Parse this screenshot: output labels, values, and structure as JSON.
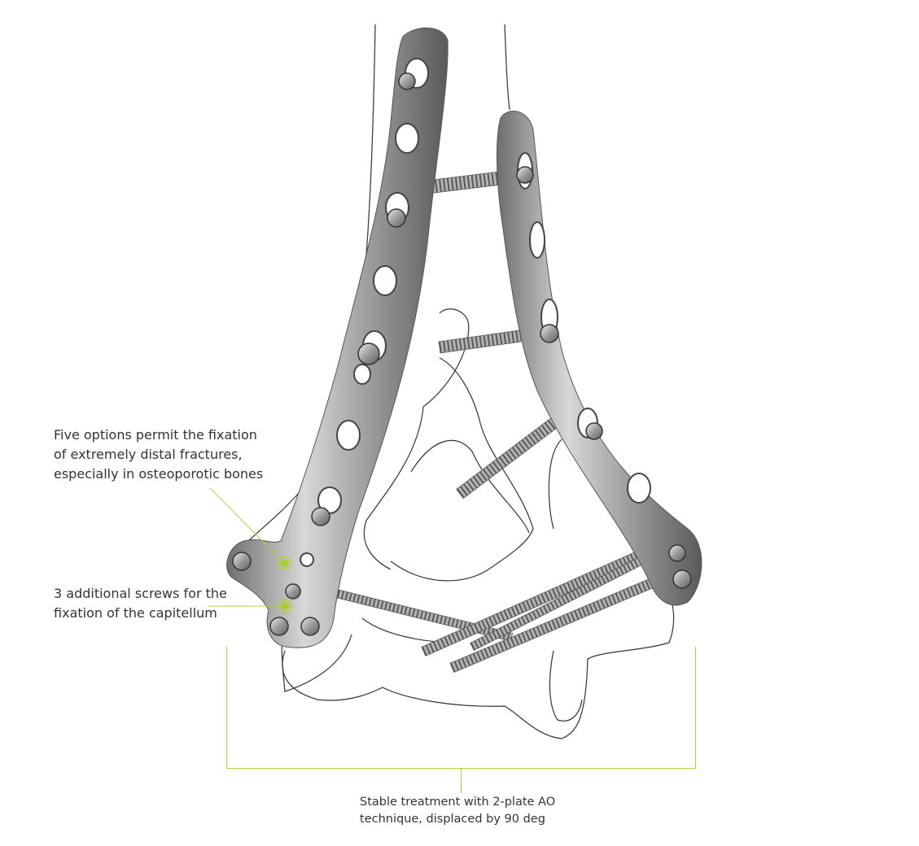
{
  "annotations": {
    "distal_fixation": {
      "lines": [
        "Five options permit the fixation",
        "of extremely distal fractures,",
        "especially in osteoporotic bones"
      ]
    },
    "capitellum": {
      "lines": [
        "3 additional screws for the",
        "fixation of the capitellum"
      ]
    },
    "caption": {
      "lines": [
        "Stable treatment with 2-plate AO",
        "technique, displaced by 90 deg"
      ]
    }
  },
  "colors": {
    "accent": "#b5cc3a",
    "marker": "#a9cc2e",
    "outline": "#333333",
    "metal": "#9a9a9a"
  }
}
